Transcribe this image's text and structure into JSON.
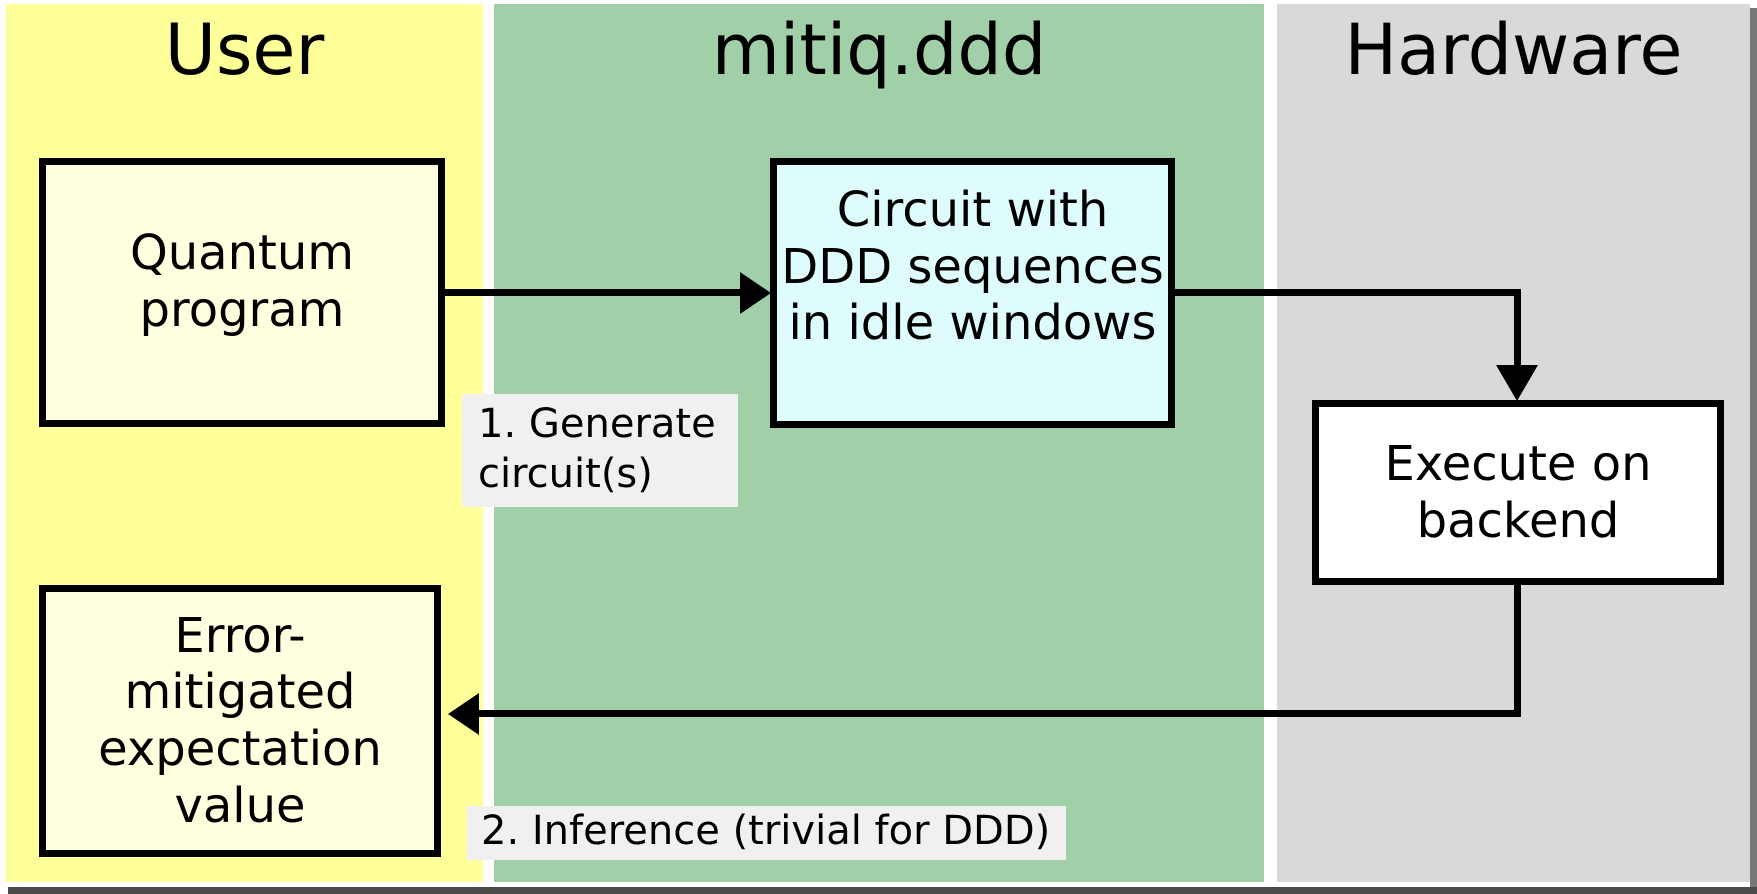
{
  "diagram": {
    "title_context": "mitiq DDD workflow",
    "lanes": [
      {
        "id": "user",
        "label": "User",
        "color": "#ffff99"
      },
      {
        "id": "mitiq",
        "label": "mitiq.ddd",
        "color": "#a0cfa8"
      },
      {
        "id": "hardware",
        "label": "Hardware",
        "color": "#d9d9d9"
      }
    ],
    "nodes": [
      {
        "id": "quantum-program",
        "lane": "user",
        "label": "Quantum\nprogram",
        "fill": "#ffffe0"
      },
      {
        "id": "circuit-ddd",
        "lane": "mitiq",
        "label": "Circuit with\nDDD sequences\nin idle windows",
        "fill": "#ddfcfb"
      },
      {
        "id": "execute-backend",
        "lane": "hardware",
        "label": "Execute on\nbackend",
        "fill": "#ffffff"
      },
      {
        "id": "error-mitigated",
        "lane": "user",
        "label": "Error-\nmitigated\nexpectation\nvalue",
        "fill": "#ffffe0"
      }
    ],
    "step_labels": [
      {
        "id": "step-1",
        "label": "1. Generate\ncircuit(s)",
        "bg": "#f0f0f0"
      },
      {
        "id": "step-2",
        "label": "2. Inference (trivial for DDD)",
        "bg": "#f0f0f0"
      }
    ],
    "edges": [
      {
        "from": "quantum-program",
        "to": "circuit-ddd"
      },
      {
        "from": "circuit-ddd",
        "to": "execute-backend"
      },
      {
        "from": "execute-backend",
        "to": "error-mitigated"
      }
    ],
    "colors": {
      "line": "#000000",
      "text": "#000000",
      "shadow_right": "#777777",
      "shadow_bottom": "#4a4a4a"
    }
  }
}
